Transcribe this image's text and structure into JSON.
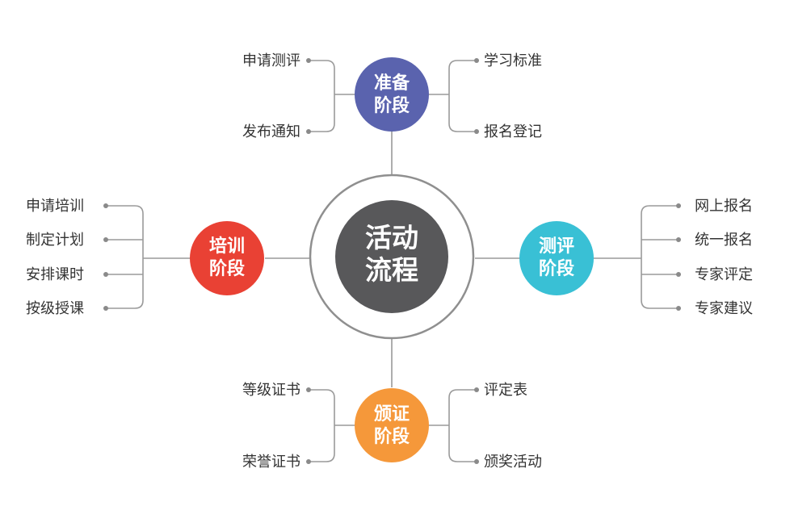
{
  "center": {
    "line1": "活动",
    "line2": "流程",
    "color": "#58585a",
    "ring_color": "#8f8f8f"
  },
  "phases": {
    "prep": {
      "line1": "准备",
      "line2": "阶段",
      "color": "#5a63ae",
      "items": [
        "申请测评",
        "发布通知",
        "学习标准",
        "报名登记"
      ]
    },
    "training": {
      "line1": "培训",
      "line2": "阶段",
      "color": "#e94134",
      "items": [
        "申请培训",
        "制定计划",
        "安排课时",
        "按级授课"
      ]
    },
    "eval": {
      "line1": "测评",
      "line2": "阶段",
      "color": "#39c0d5",
      "items": [
        "网上报名",
        "统一报名",
        "专家评定",
        "专家建议"
      ]
    },
    "cert": {
      "line1": "颁证",
      "line2": "阶段",
      "color": "#f5983a",
      "items": [
        "等级证书",
        "荣誉证书",
        "评定表",
        "颁奖活动"
      ]
    }
  }
}
